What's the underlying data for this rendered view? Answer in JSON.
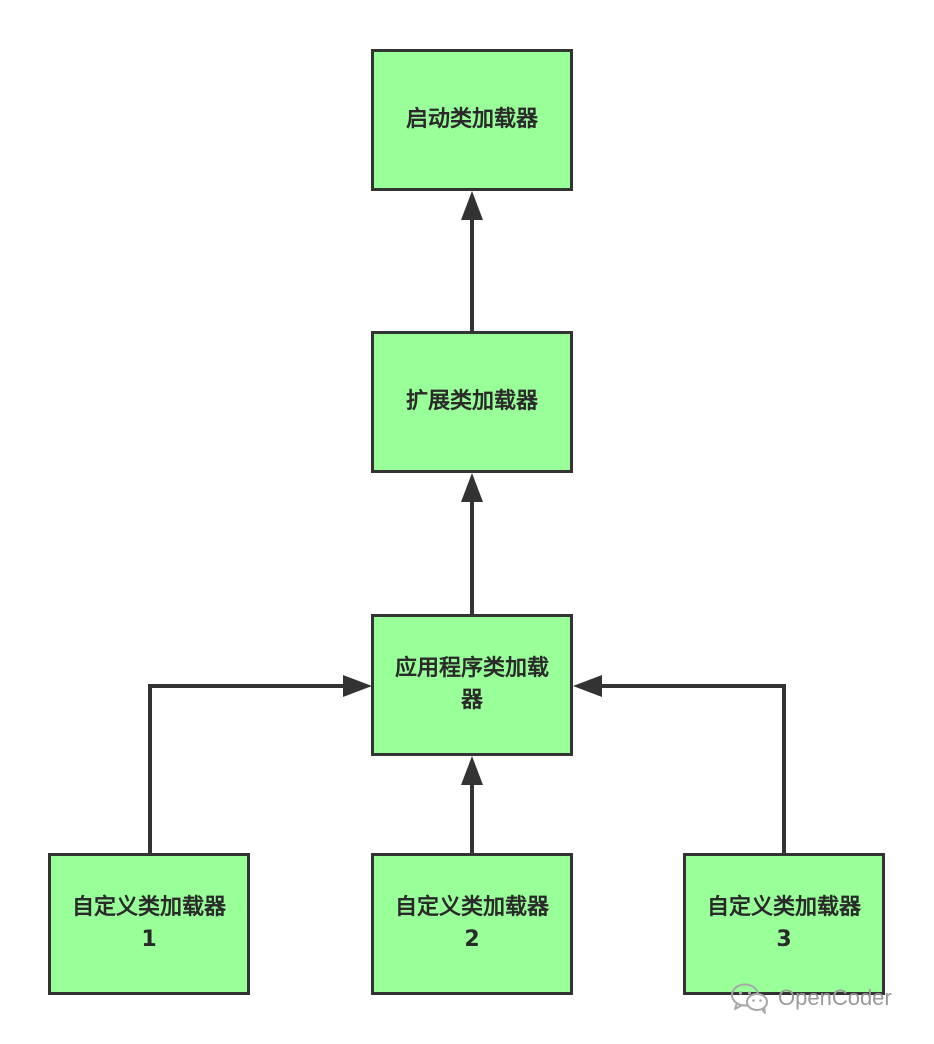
{
  "nodes": {
    "bootstrap": "启动类加载器",
    "extension": "扩展类加载器",
    "application": "应用程序类加载器",
    "custom1": "自定义类加载器1",
    "custom2": "自定义类加载器2",
    "custom3": "自定义类加载器3"
  },
  "watermark": {
    "text": "OpenCoder",
    "icon": "wechat-icon"
  },
  "colors": {
    "node_fill": "#99ff99",
    "node_border": "#333333",
    "edge": "#333333",
    "watermark": "#9a9a9a"
  }
}
